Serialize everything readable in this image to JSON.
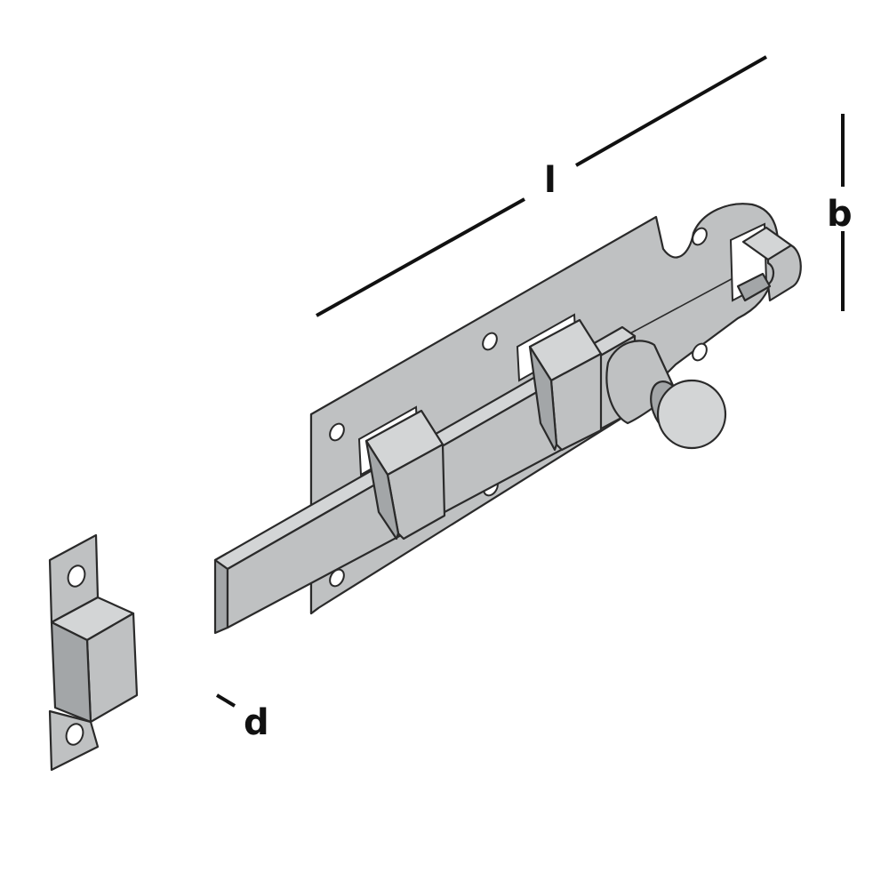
{
  "diagram": {
    "labels": {
      "length": "l",
      "width": "b",
      "diameter": "d"
    },
    "colors": {
      "metal": "#bfc1c2",
      "outline": "#2a2a2a",
      "dimension": "#111111"
    }
  }
}
